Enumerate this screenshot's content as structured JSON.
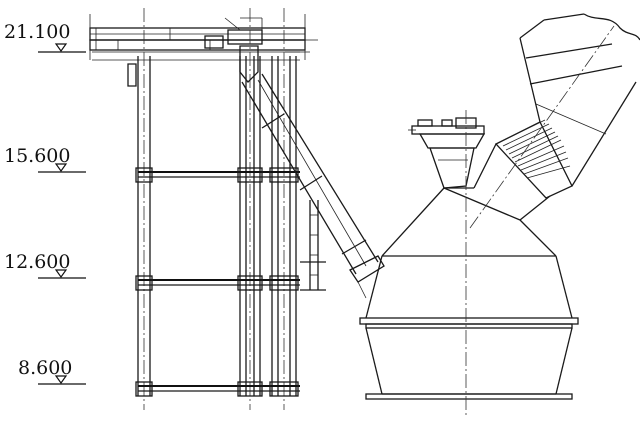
{
  "drawing": {
    "elevation_marks": [
      {
        "label": "21.100"
      },
      {
        "label": "15.600"
      },
      {
        "label": "12.600"
      },
      {
        "label": "8.600"
      }
    ]
  }
}
